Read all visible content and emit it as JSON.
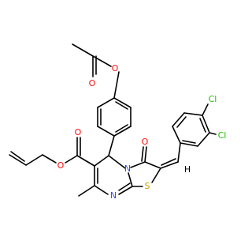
{
  "colors": {
    "oxygen": "#ff0d0d",
    "nitrogen": "#3050f8",
    "sulfur": "#c6a000",
    "chlorine": "#1fbf00",
    "bond": "#000000",
    "background": "#ffffff"
  },
  "atoms": {
    "o_acetoxy_carbonyl": "O",
    "o_acetoxy_ester": "O",
    "o_ester_ether": "O",
    "o_ester_carbonyl": "O",
    "o_ketone": "O",
    "n_ring_top": "N",
    "n_ring_bottom": "N",
    "s_ring": "S",
    "cl_upper": "Cl",
    "cl_lower": "Cl",
    "h_ring": "H"
  }
}
